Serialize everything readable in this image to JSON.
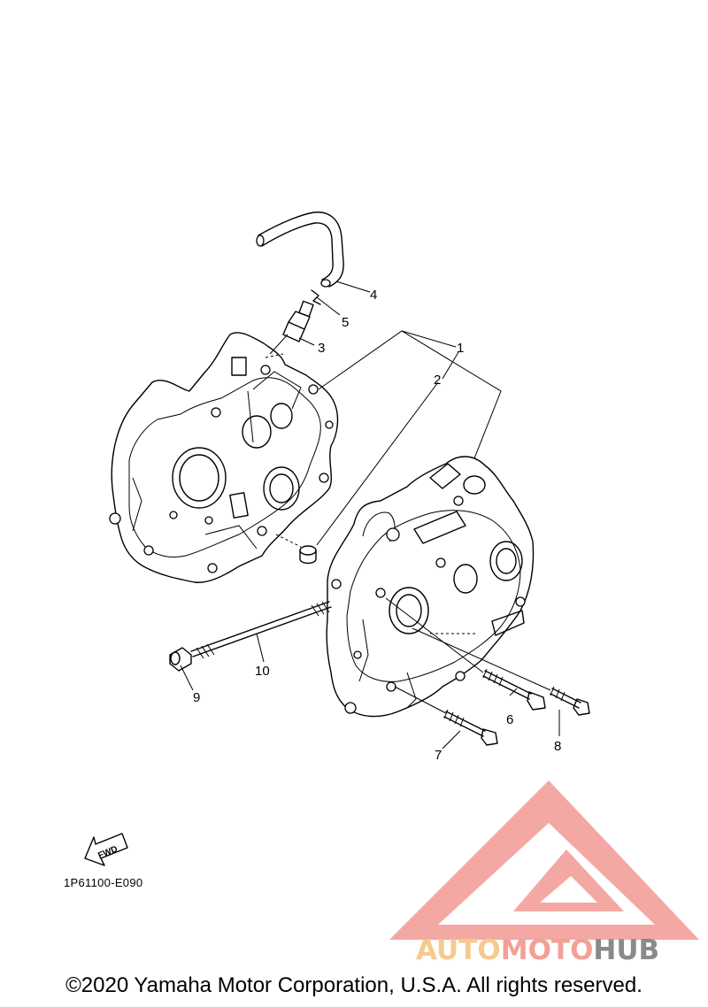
{
  "parts": [
    {
      "number": "1"
    },
    {
      "number": "2"
    },
    {
      "number": "3"
    },
    {
      "number": "4"
    },
    {
      "number": "5"
    },
    {
      "number": "6"
    },
    {
      "number": "7"
    },
    {
      "number": "8"
    },
    {
      "number": "9"
    },
    {
      "number": "10"
    }
  ],
  "fwd_label": "FWD",
  "diagram_code": "1P61100-E090",
  "copyright": "©2020 Yamaha Motor Corporation, U.S.A. All rights reserved.",
  "watermark": {
    "part1": "AUTO",
    "part2": "MOTO",
    "part3": "HUB",
    "colors": {
      "auto": "#f7c98f",
      "moto": "#f2a098",
      "hub": "#8a8a8a",
      "logo": "#f39a94"
    }
  }
}
